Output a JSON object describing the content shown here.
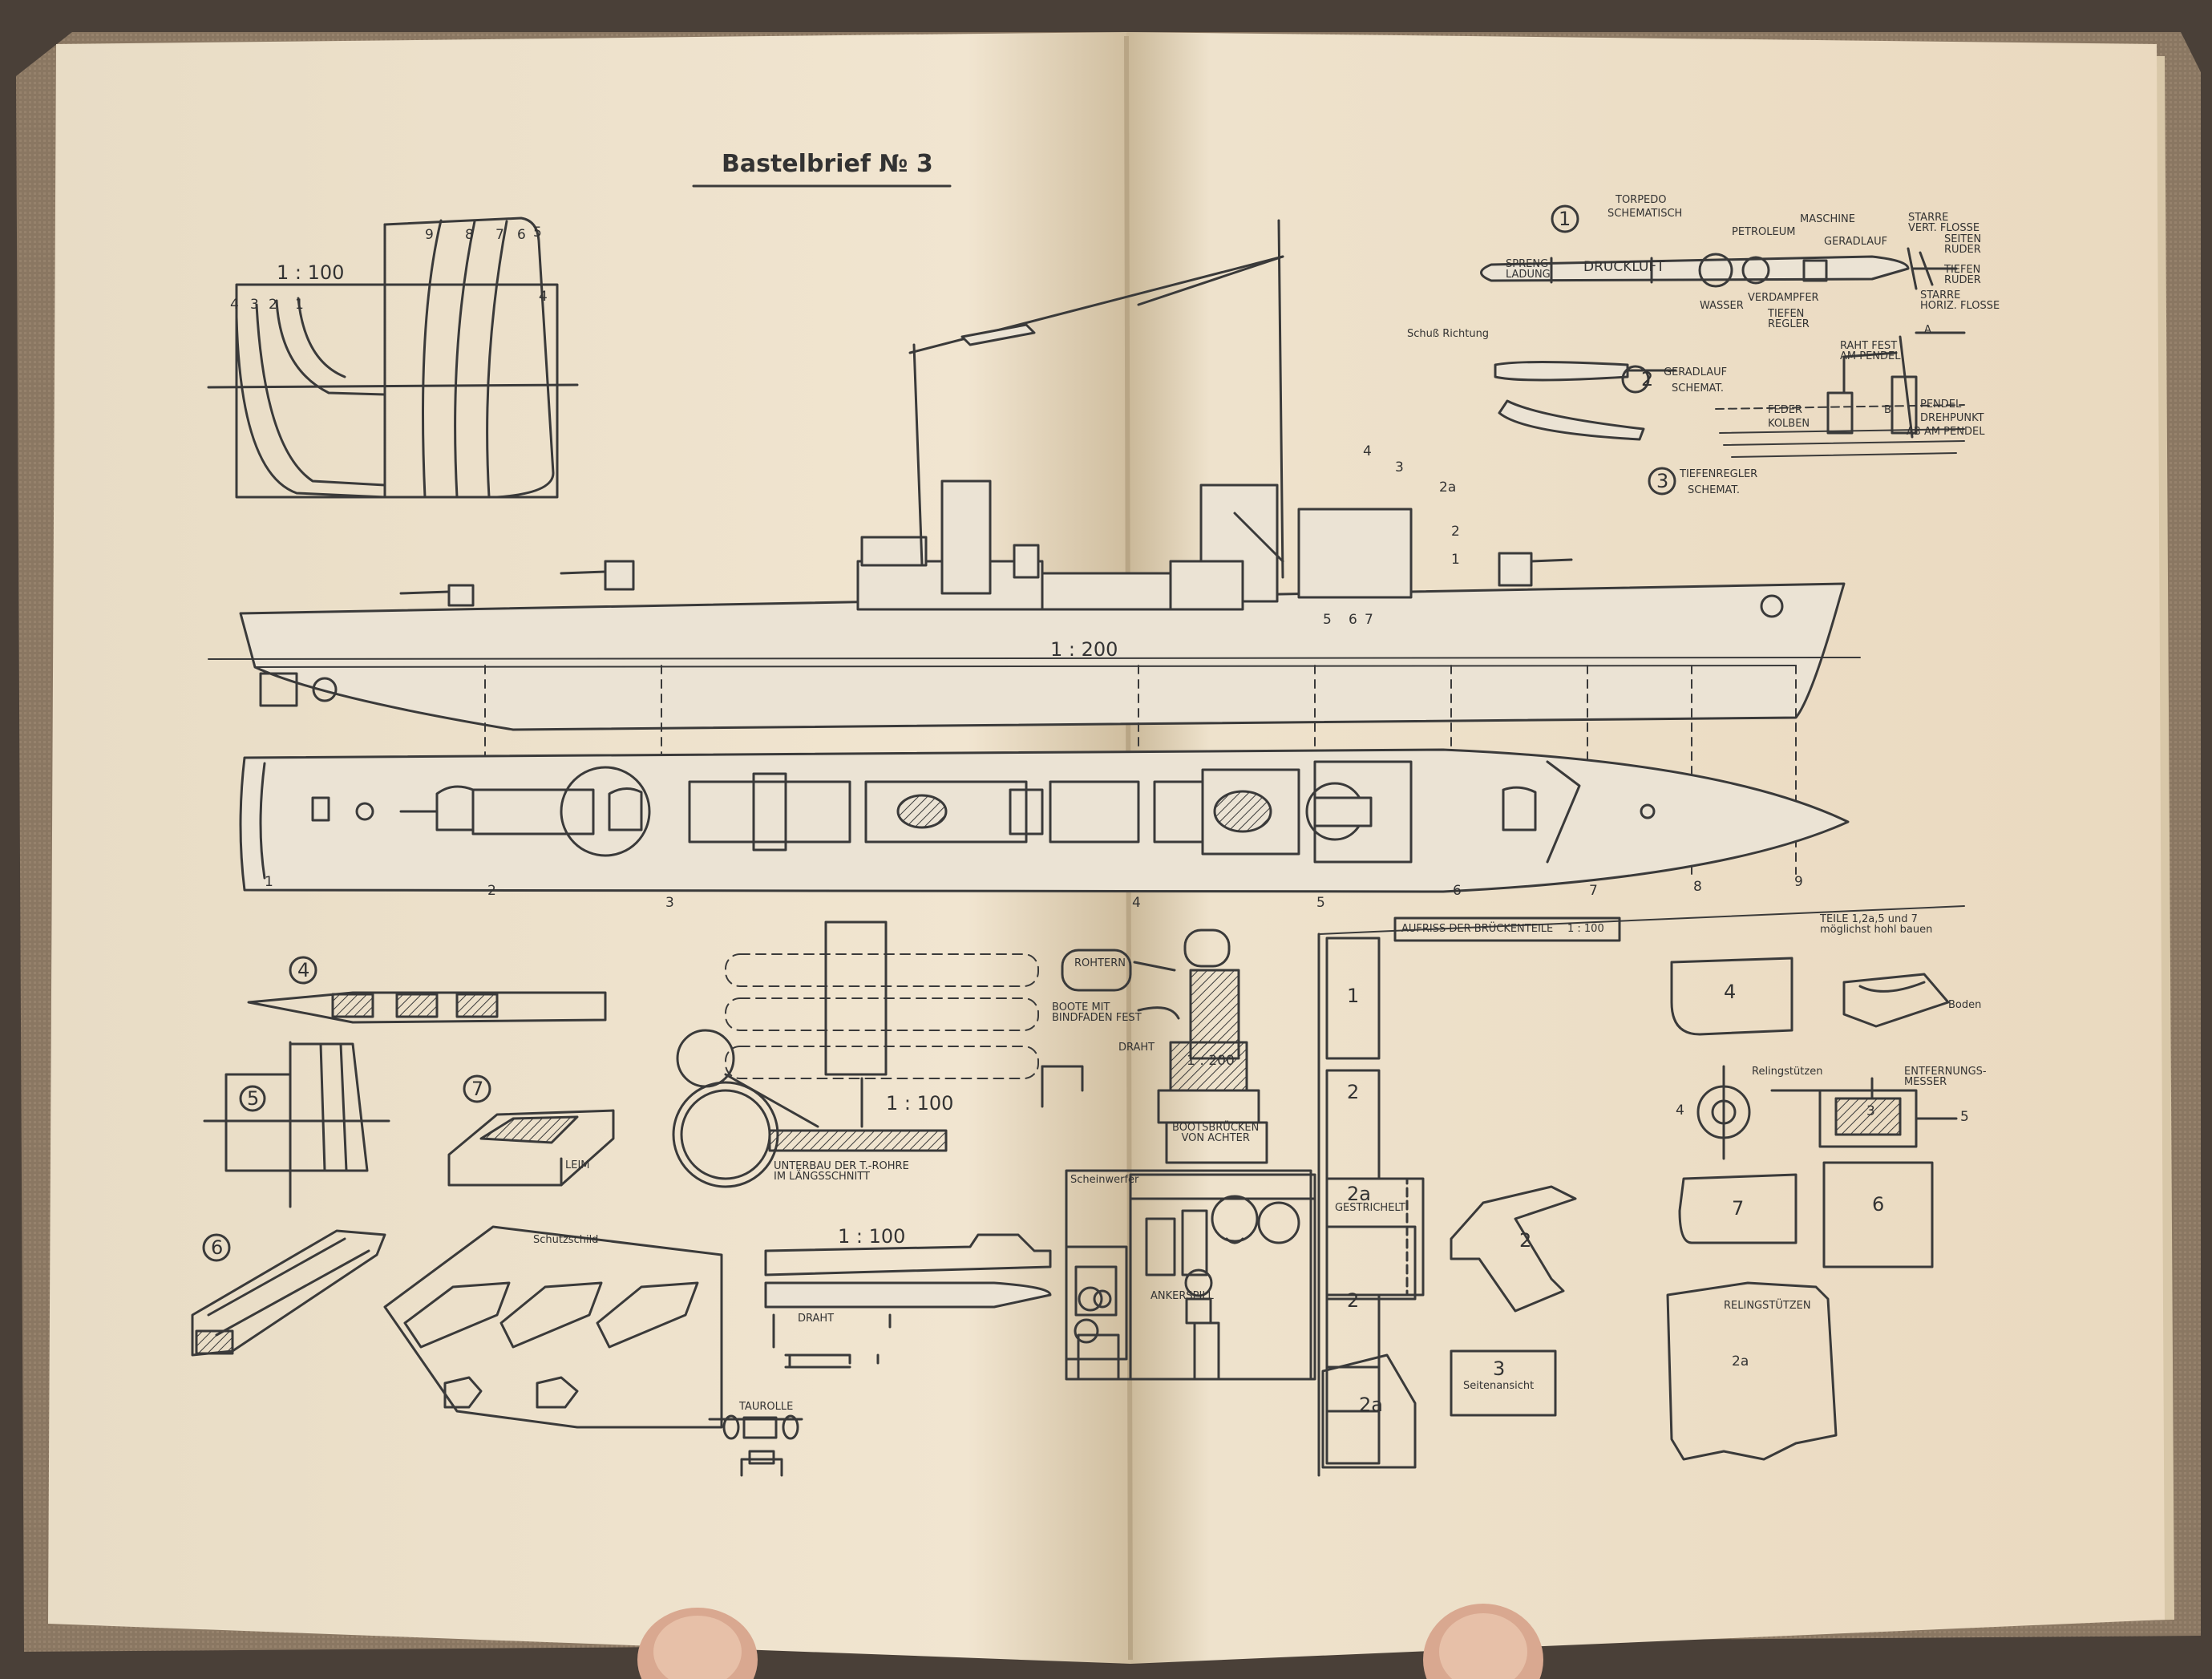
{
  "title": "Bastelbrief № 3",
  "scales": {
    "hull_sections": "1 : 100",
    "ship_profile": "1 : 200",
    "tube_base": "1 : 100",
    "tube_side": "1 : 100",
    "bridge_inset": "1 : 200"
  },
  "section_numbers": [
    "1",
    "2",
    "3",
    "4",
    "5",
    "6",
    "7",
    "8",
    "9"
  ],
  "frame_numbers": {
    "left": [
      "4",
      "3",
      "2",
      "1"
    ],
    "right": [
      "9",
      "8",
      "7",
      "6",
      "5",
      "4"
    ]
  },
  "bridge_callouts": [
    "4",
    "3",
    "2a",
    "2",
    "1",
    "5",
    "6",
    "7"
  ],
  "torpedo": {
    "number": "1",
    "heading": "TORPEDO",
    "sub": "SCHEMATISCH",
    "parts": {
      "warhead": "SPRENG-\nLADUNG",
      "air": "DRUCKLUFT",
      "petroleum": "PETROLEUM",
      "engine": "MASCHINE",
      "gyro": "GERADLAUF",
      "water": "WASSER",
      "evaporator": "VERDAMPFER",
      "depth_regulator": "TIEFEN\nREGLER",
      "side_rudder": "SEITEN\nRUDER",
      "depth_rudder": "TIEFEN\nRUDER",
      "fixed_vertical": "STARRE\nVERT. FLOSSE",
      "fixed_horizontal": "STARRE\nHORIZ. FLOSSE"
    }
  },
  "geradlauf": {
    "number": "2",
    "label": "GERADLAUF",
    "sub": "SCHEMAT.",
    "direction": "Schuß Richtung"
  },
  "tiefenregler": {
    "number": "3",
    "label": "TIEFENREGLER",
    "sub": "SCHEMAT.",
    "fixed": "RAHT FEST\nAM PENDEL",
    "feder": "FEDER",
    "kolben": "KOLBEN",
    "pendel": "PENDEL",
    "drehpunkt": "DREHPUNKT",
    "ab": "AB AM PENDEL",
    "a": "A",
    "b": "B"
  },
  "parts_left": {
    "p4": "4",
    "p5": "5",
    "p6": "6",
    "p7": "7",
    "leim": "LEIM",
    "schutzschild": "Schutzschild",
    "tube_caption": "UNTERBAU DER T.-ROHRE\nIM LÄNGSSCHNITT",
    "draht": "DRAHT",
    "taurolle": "TAUROLLE",
    "rohtern": "ROHTERN",
    "boote": "BOOTE MIT\nBINDFADEN FEST",
    "draht2": "DRAHT",
    "bootsbruecken": "BOOTSBRÜCKEN\nVON ACHTER",
    "scheinwerfer": "Scheinwerfer",
    "ankerspill": "ANKERSPILL"
  },
  "bruecke": {
    "heading": "AUFRISS DER BRÜCKENTEILE",
    "scale": "1 : 100",
    "note": "TEILE 1,2a,5 und 7\nmöglichst hohl bauen",
    "boden": "Boden",
    "relingstuetzen": "Relingstützen",
    "entfernungsmesser": "ENTFERNUNGS-\nMESSER",
    "relingstuetzen2": "RELINGSTÜTZEN",
    "gestrichelt": "GESTRICHELT",
    "seitenansicht": "Seitenansicht",
    "parts": [
      "1",
      "2",
      "2a",
      "2",
      "2a",
      "2",
      "3",
      "4",
      "4",
      "3",
      "5",
      "7",
      "6",
      "2a"
    ]
  },
  "colors": {
    "page": "#ede1cd",
    "page_shadow": "#d9c9ad",
    "ink": "#3a3a3a",
    "cover": "#8f7b66",
    "ship_fill": "#ebe3d4"
  }
}
